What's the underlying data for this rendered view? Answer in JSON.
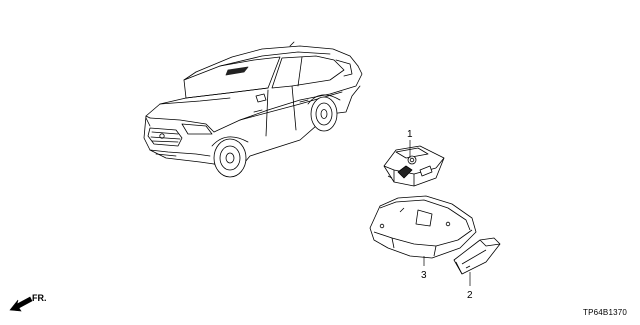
{
  "diagram": {
    "callouts": [
      {
        "id": "1",
        "label": "1"
      },
      {
        "id": "2",
        "label": "2"
      },
      {
        "id": "3",
        "label": "3"
      }
    ],
    "direction_label": "FR.",
    "diagram_code": "TP64B1370"
  },
  "colors": {
    "stroke": "#000000",
    "background": "#ffffff",
    "shade": "#222222"
  }
}
